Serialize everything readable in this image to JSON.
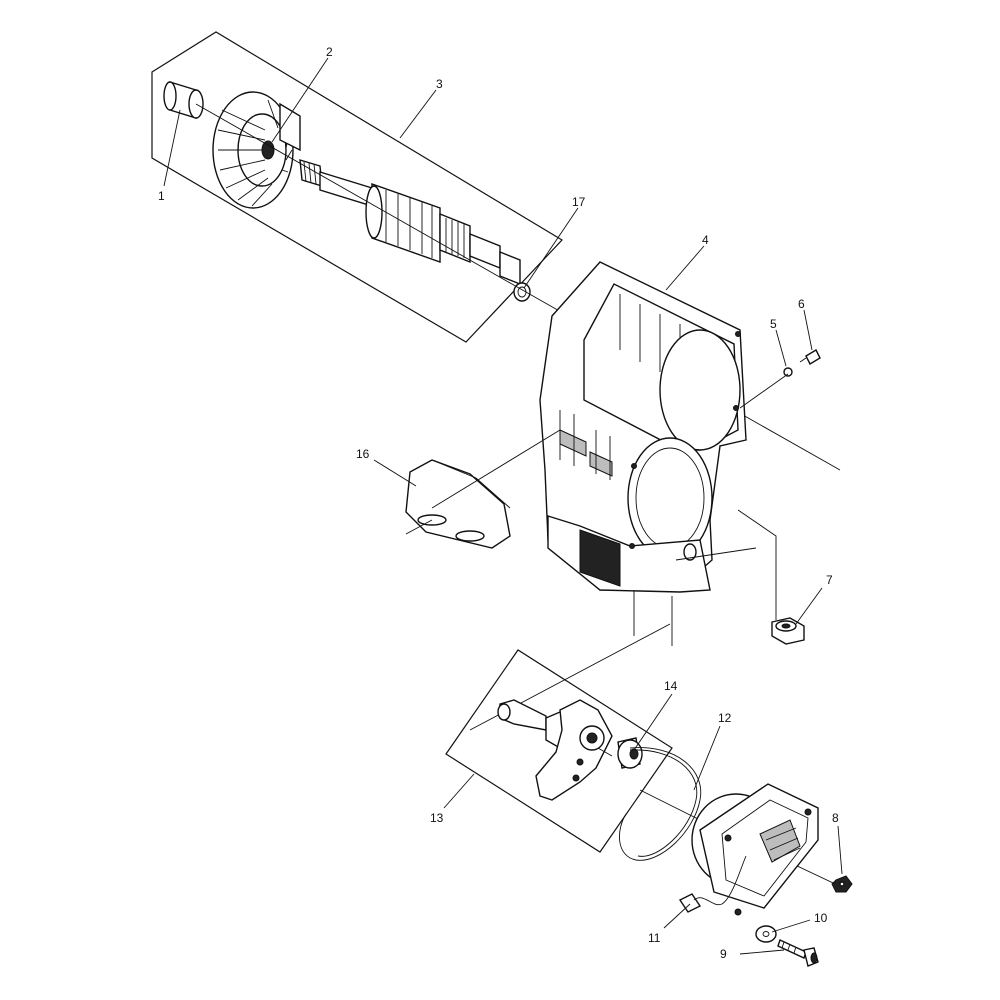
{
  "callouts": [
    {
      "id": "1",
      "text": "1"
    },
    {
      "id": "2",
      "text": "2"
    },
    {
      "id": "3",
      "text": "3"
    },
    {
      "id": "4",
      "text": "4"
    },
    {
      "id": "5",
      "text": "5"
    },
    {
      "id": "6",
      "text": "6"
    },
    {
      "id": "7",
      "text": "7"
    },
    {
      "id": "8",
      "text": "8"
    },
    {
      "id": "9",
      "text": "9"
    },
    {
      "id": "10",
      "text": "10"
    },
    {
      "id": "11",
      "text": "11"
    },
    {
      "id": "12",
      "text": "12"
    },
    {
      "id": "13",
      "text": "13"
    },
    {
      "id": "14",
      "text": "14"
    },
    {
      "id": "16",
      "text": "16"
    },
    {
      "id": "17",
      "text": "17"
    }
  ]
}
